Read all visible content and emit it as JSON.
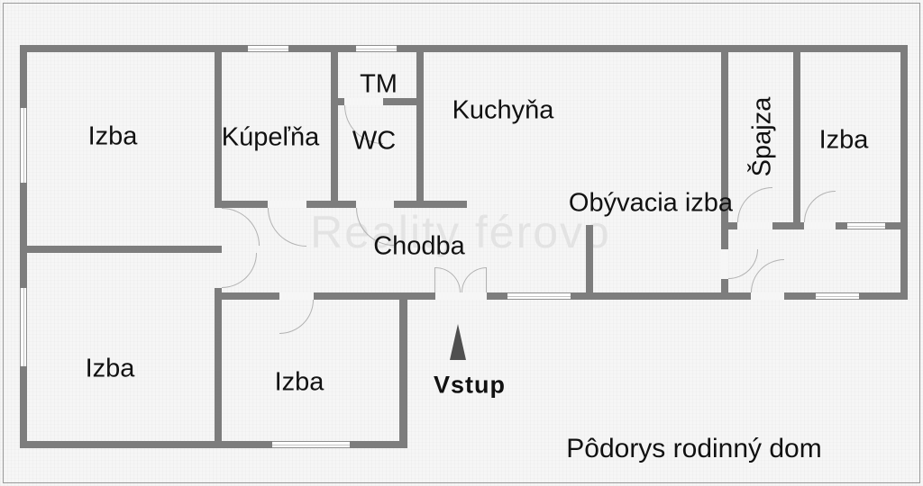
{
  "plan": {
    "caption": "Pôdorys rodinný dom",
    "watermark": "Reality férovo",
    "entrance_label": "Vstup"
  },
  "rooms": {
    "izba_tl": "Izba",
    "kupelna": "Kúpeľňa",
    "tm": "TM",
    "wc": "WC",
    "kuchyna": "Kuchyňa",
    "obyvacia_izba": "Obývacia izba",
    "spajza": "Špajza",
    "izba_tr": "Izba",
    "chodba": "Chodba",
    "izba_bl": "Izba",
    "izba_bm": "Izba"
  },
  "colors": {
    "bg": "#f6f6f6",
    "wall": "#7d7d7d",
    "frame": "#9a9a9a",
    "text": "#111111",
    "arc": "#b2b2b2",
    "winline": "#8e8e8e",
    "winline2": "#c4c4c4",
    "arrow": "#4f4f4f",
    "watermark": "#e3e3e3"
  }
}
